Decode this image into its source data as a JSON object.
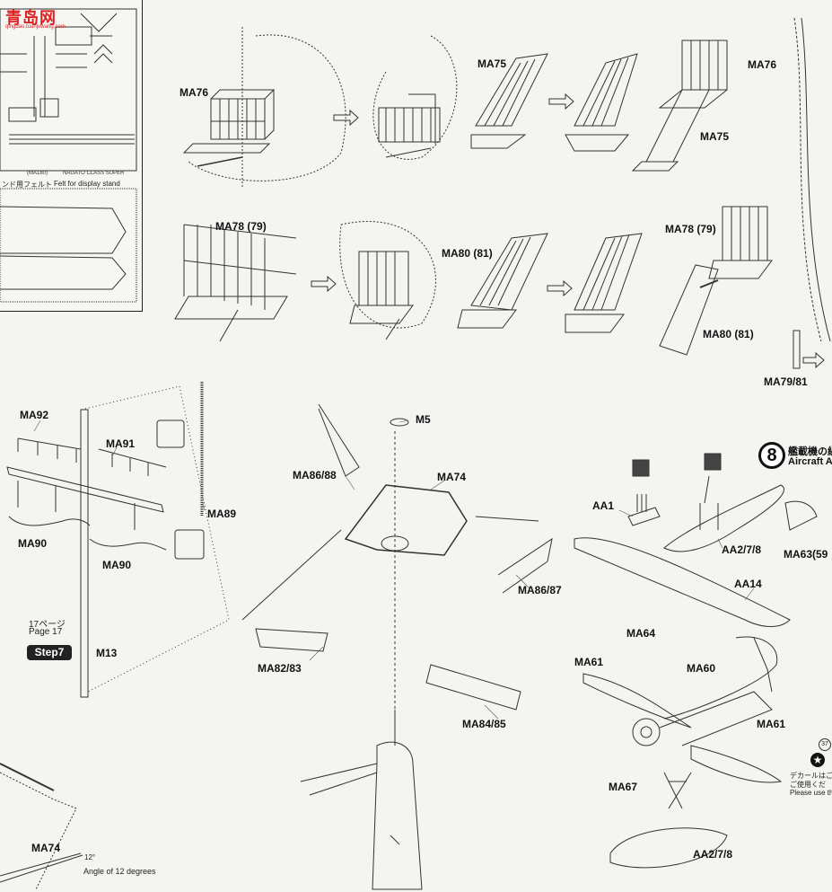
{
  "watermark": {
    "logo": "青岛网",
    "url": "qingdao.tuanjuwang.com"
  },
  "inset": {
    "sheet_code": "(MA180)",
    "sheet_title": "NAGATO CLASS SUPER",
    "stand_label_jp": "ンド用フェルト",
    "stand_label_en": "Felt for display stand"
  },
  "top_row": {
    "p1": "MA76",
    "p2": "MA75",
    "p3": "MA76",
    "p4": "MA75"
  },
  "second_row": {
    "p1": "MA78 (79)",
    "p2": "MA80 (81)",
    "p3": "MA78 (79)",
    "p4": "MA80 (81)",
    "p5": "MA79/81"
  },
  "left_section": {
    "ma92": "MA92",
    "ma91": "MA91",
    "ma89": "MA89",
    "ma90a": "MA90",
    "ma90b": "MA90",
    "page_jp": "17ページ",
    "page_en": "Page 17",
    "step": "Step7",
    "m13": "M13",
    "ma74": "MA74",
    "angle_deg": "12°",
    "angle_text": "Angle of 12 degrees"
  },
  "mast_section": {
    "m5": "M5",
    "ma86_88": "MA86/88",
    "ma74": "MA74",
    "ma86_87": "MA86/87",
    "ma82_83": "MA82/83",
    "ma84_85": "MA84/85"
  },
  "aircraft_section": {
    "step_number": "8",
    "title_jp": "艦載機の組",
    "title_en": "Aircraft A",
    "aa1": "AA1",
    "aa2a": "AA2/7/8",
    "ma63": "MA63(59",
    "aa14": "AA14",
    "ma64": "MA64",
    "ma61a": "MA61",
    "ma60": "MA60",
    "ma61b": "MA61",
    "ma67": "MA67",
    "aa2b": "AA2/7/8",
    "page_num": "37",
    "decal_jp1": "デカールはご",
    "decal_jp2": "ご使用くだ",
    "decal_en": "Please use th"
  }
}
